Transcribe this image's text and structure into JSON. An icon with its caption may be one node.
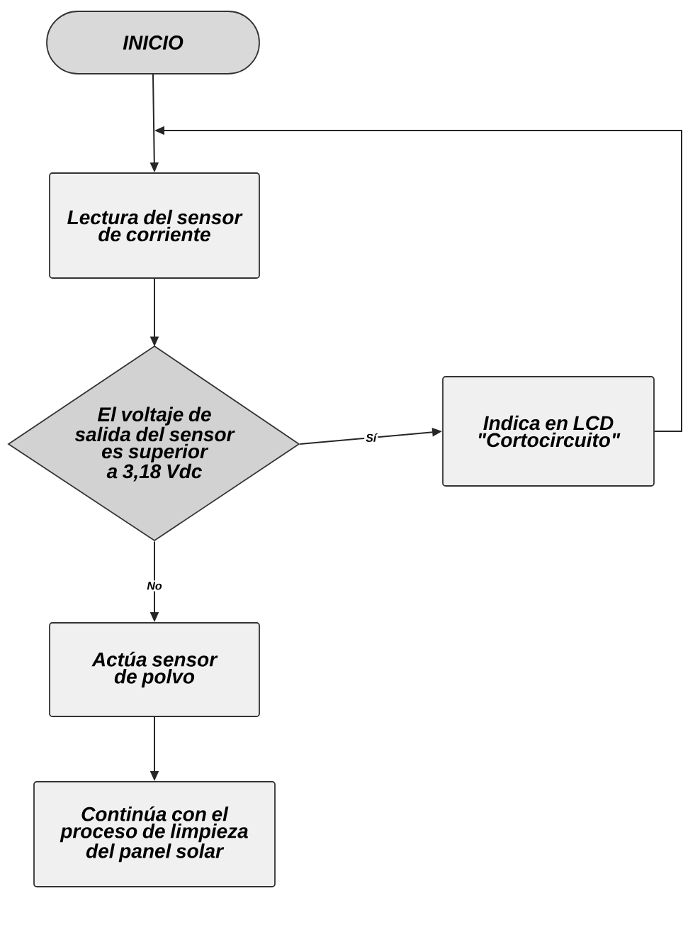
{
  "diagram": {
    "nodes": [
      {
        "text": [
          "INICIO"
        ]
      },
      {
        "text": [
          "Lectura del sensor de corriente"
        ]
      },
      {
        "text": [
          "El voltaje de salida del sensor es superior a 3,18 Vdc"
        ]
      },
      {
        "text": [
          "Indica en LCD \"Cortocircuito\""
        ]
      },
      {
        "text": [
          "Actúa sensor de polvo"
        ]
      },
      {
        "text": [
          "Continúa con el proceso de limpieza del panel solar"
        ]
      }
    ],
    "edges": [
      {
        "from": 0,
        "to": 1,
        "arrow": "to"
      },
      {
        "from": 1,
        "to": 2,
        "arrow": "to"
      },
      {
        "from": 2,
        "to": 3,
        "arrow": "to",
        "label": "Sí"
      },
      {
        "from": 2,
        "to": 4,
        "arrow": "to",
        "label": "No"
      },
      {
        "from": 3,
        "to": 1,
        "arrow": "to"
      },
      {
        "from": 4,
        "to": 5,
        "arrow": "to"
      }
    ]
  }
}
